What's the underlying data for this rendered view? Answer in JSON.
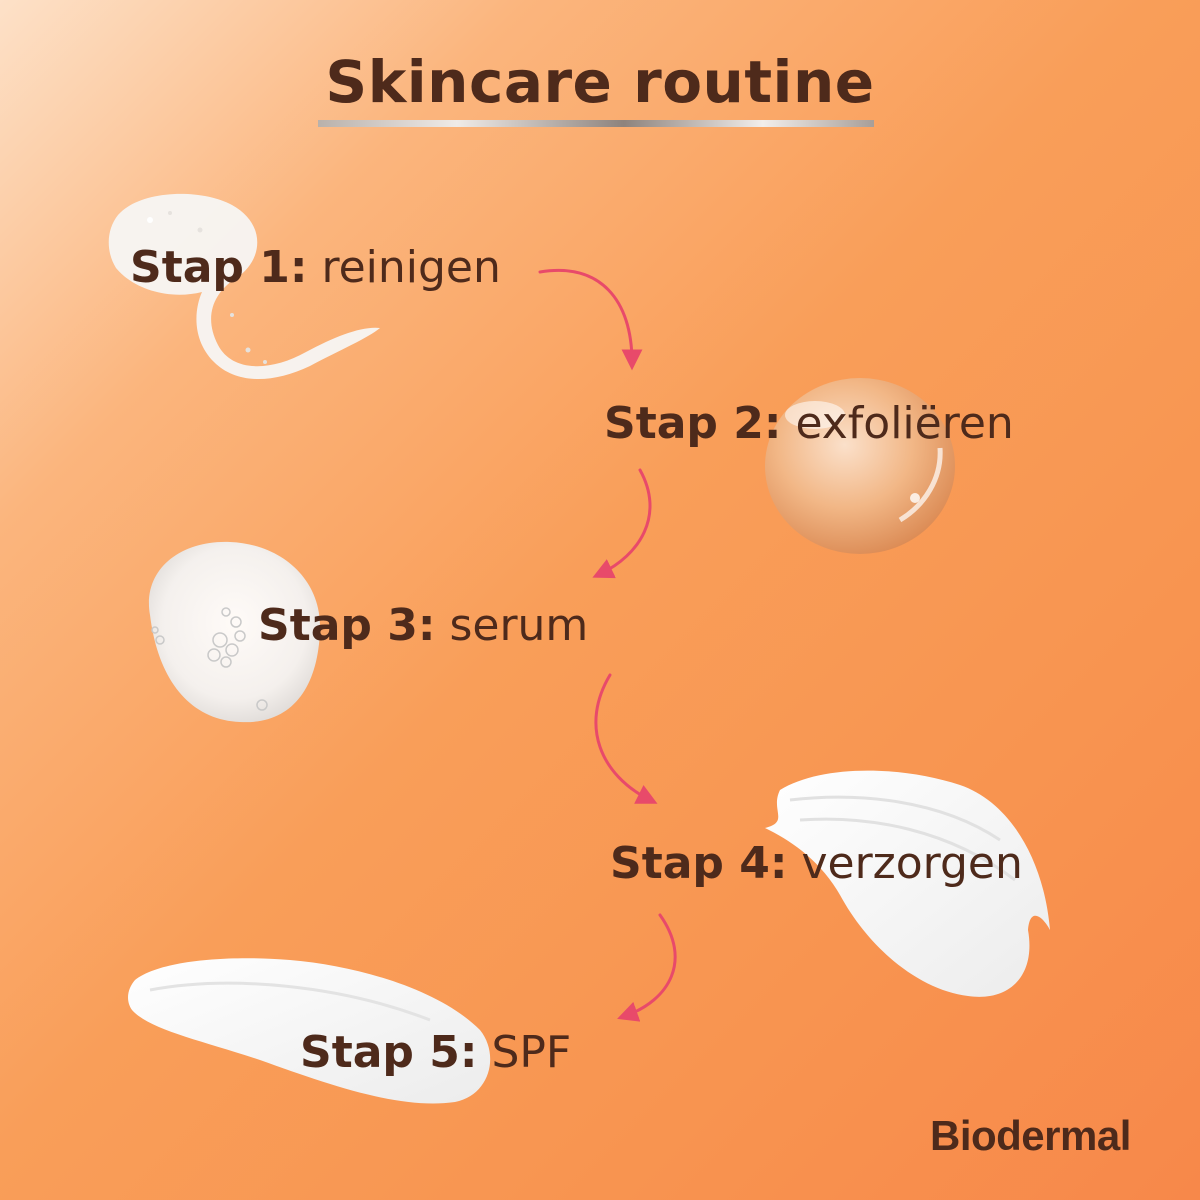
{
  "title": "Skincare routine",
  "steps": [
    {
      "label": "Stap 1:",
      "description": "reinigen"
    },
    {
      "label": "Stap 2:",
      "description": "exfoliëren"
    },
    {
      "label": "Stap 3:",
      "description": "serum"
    },
    {
      "label": "Stap 4:",
      "description": "verzorgen"
    },
    {
      "label": "Stap 5:",
      "description": "SPF"
    }
  ],
  "brand": "Biodermal",
  "colors": {
    "text": "#4e2a1b",
    "arrow": "#e84a6a",
    "background_from": "#fde1c8",
    "background_to": "#f7884a"
  }
}
